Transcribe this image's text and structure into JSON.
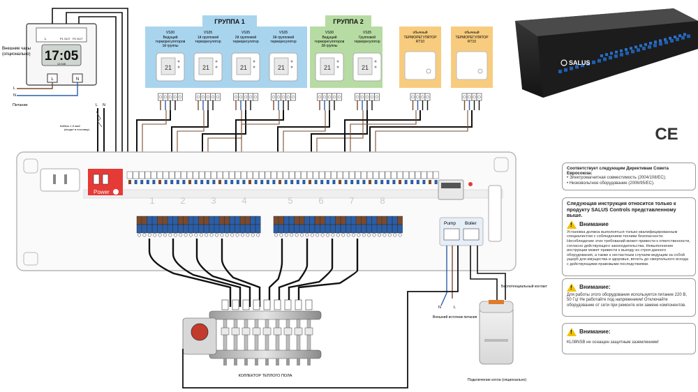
{
  "clock": {
    "time": "17:05",
    "date_line": "12:045",
    "term_left": "L",
    "term_mid1": "P1 OUT",
    "term_mid2": "P2 OUT",
    "label_left": "L",
    "label_right": "N",
    "caption": "Внешние часы (опционально)"
  },
  "power": {
    "l_label": "L",
    "n_label": "N",
    "caption": "Питание",
    "cable_caption": "Кабель 1,5 мм2 (входит в поставку)",
    "top_l": "L",
    "top_n": "N"
  },
  "groups": [
    {
      "title": "ГРУППА 1"
    },
    {
      "title": "ГРУППА 2"
    }
  ],
  "thermostats": [
    {
      "model": "VS30",
      "desc": "Ведущий терморегуляторов 1й группы"
    },
    {
      "model": "VS35",
      "desc": "1й групповой терморегулятор"
    },
    {
      "model": "VS35",
      "desc": "2й групповой терморегулятор"
    },
    {
      "model": "VS35",
      "desc": "3й групповой терморегулятор"
    },
    {
      "model": "VS30",
      "desc": "Ведущий терморегуляторов 2й группы"
    },
    {
      "model": "VS35",
      "desc": "Групповой терморегулятор"
    },
    {
      "model": "обычный",
      "desc": "ТЕРМОРЕГУЛЯТОР RT10"
    },
    {
      "model": "обычный",
      "desc": "ТЕРМОРЕГУЛЯТОР RT10"
    }
  ],
  "thermostat_display": "21",
  "controller": {
    "power_label": "Power",
    "zones": [
      "1",
      "2",
      "3",
      "4",
      "5",
      "6",
      "7",
      "8"
    ],
    "pump_label": "Pump",
    "boiler_label": "Boiler"
  },
  "product": {
    "brand": "SALUS"
  },
  "manifold": {
    "caption": "КОЛЛЕКТОР ТЕПЛОГО ПОЛА"
  },
  "boiler": {
    "contact_label": "Беспотенциальный контакт",
    "ext_power_label": "Внешний источник питания",
    "n_label": "N",
    "l_label": "L",
    "caption": "Подключение котла (опционально)"
  },
  "ce_mark": "CE",
  "notice1": {
    "heading": "Соответствует следующим Директивам Совета Евросоюза:",
    "items": [
      "Электромагнитная совместимость (2004/108/EC);",
      "Низковольтное оборудование (2006/95/EC)."
    ]
  },
  "notice2": {
    "heading": "Следующая инструкция относится только к продукту SALUS Controls представленному выше.",
    "warn_title": "Внимание",
    "text": "Установка должна выполняться только квалифицированным специалистом с соблюдением техники безопасности. Несоблюдение этих требований может привести к ответственности, согласно действующего законодательства. Невыполнение инструкции может привести к выходу из строя данного оборудования, а также к несчастным случаям ведущим за собой ущерб для имущества и здоровья, вплоть до смертельного исхода с действующими правовыми последствиями."
  },
  "notice3": {
    "warn_title": "Внимание:",
    "text": "Для работы этого оборудования используется питание 220 В, 50 Гц! Не работайте под напряжением! Отключайте оборудование от сети при ремонте или замене компонентов."
  },
  "notice4": {
    "warn_title": "Внимание:",
    "text": "KL08NSB не оснащен защитным заземлением!"
  },
  "colors": {
    "group1_bg": "#a9d4ee",
    "group2_bg": "#b7dca3",
    "rt10_bg": "#f8cc7e",
    "power_red": "#e53a36",
    "terminal_blue": "#2a5ea8",
    "terminal_brown": "#7a4a2e"
  }
}
